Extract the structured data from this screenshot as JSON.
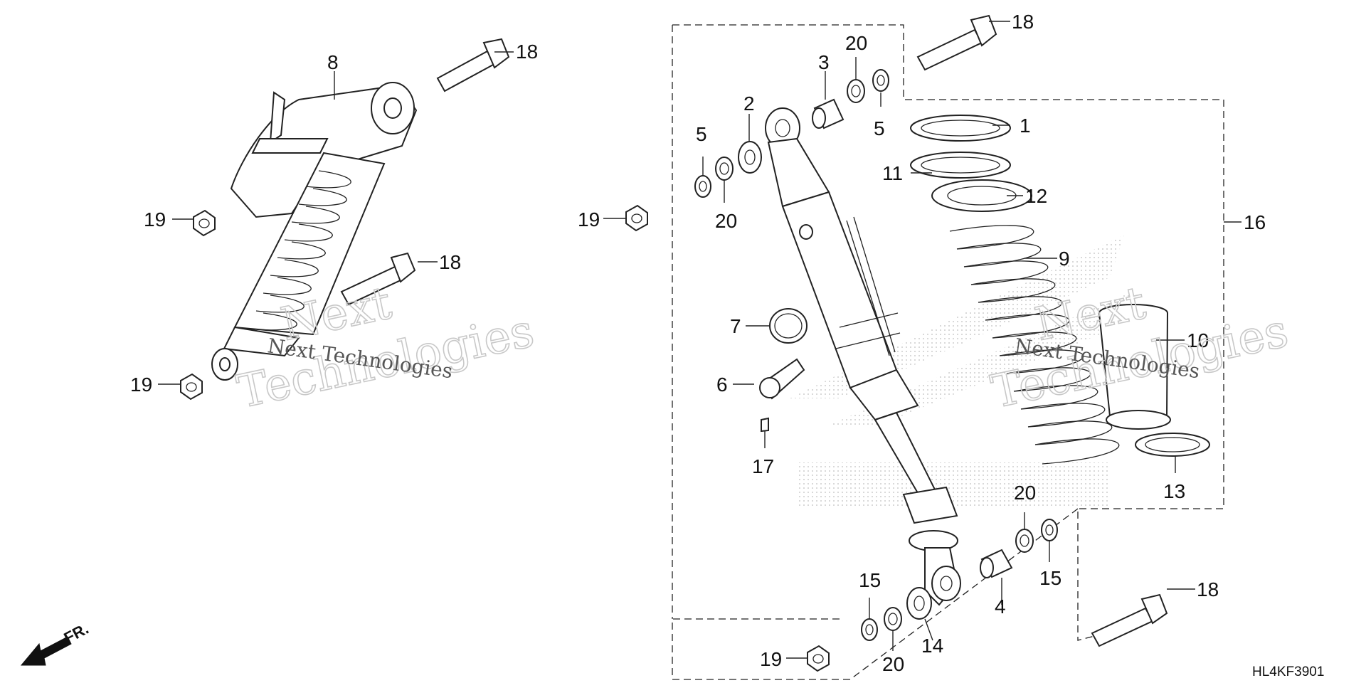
{
  "diagram": {
    "drawing_code": "HL4KF3901",
    "direction_marker": "FR.",
    "watermark": {
      "line1": "Next",
      "line2": "Technologies",
      "line3": "Next Technologies"
    },
    "callouts": [
      "1",
      "2",
      "3",
      "4",
      "5",
      "6",
      "7",
      "8",
      "9",
      "10",
      "11",
      "12",
      "13",
      "14",
      "15",
      "16",
      "17",
      "18",
      "19",
      "20"
    ]
  }
}
